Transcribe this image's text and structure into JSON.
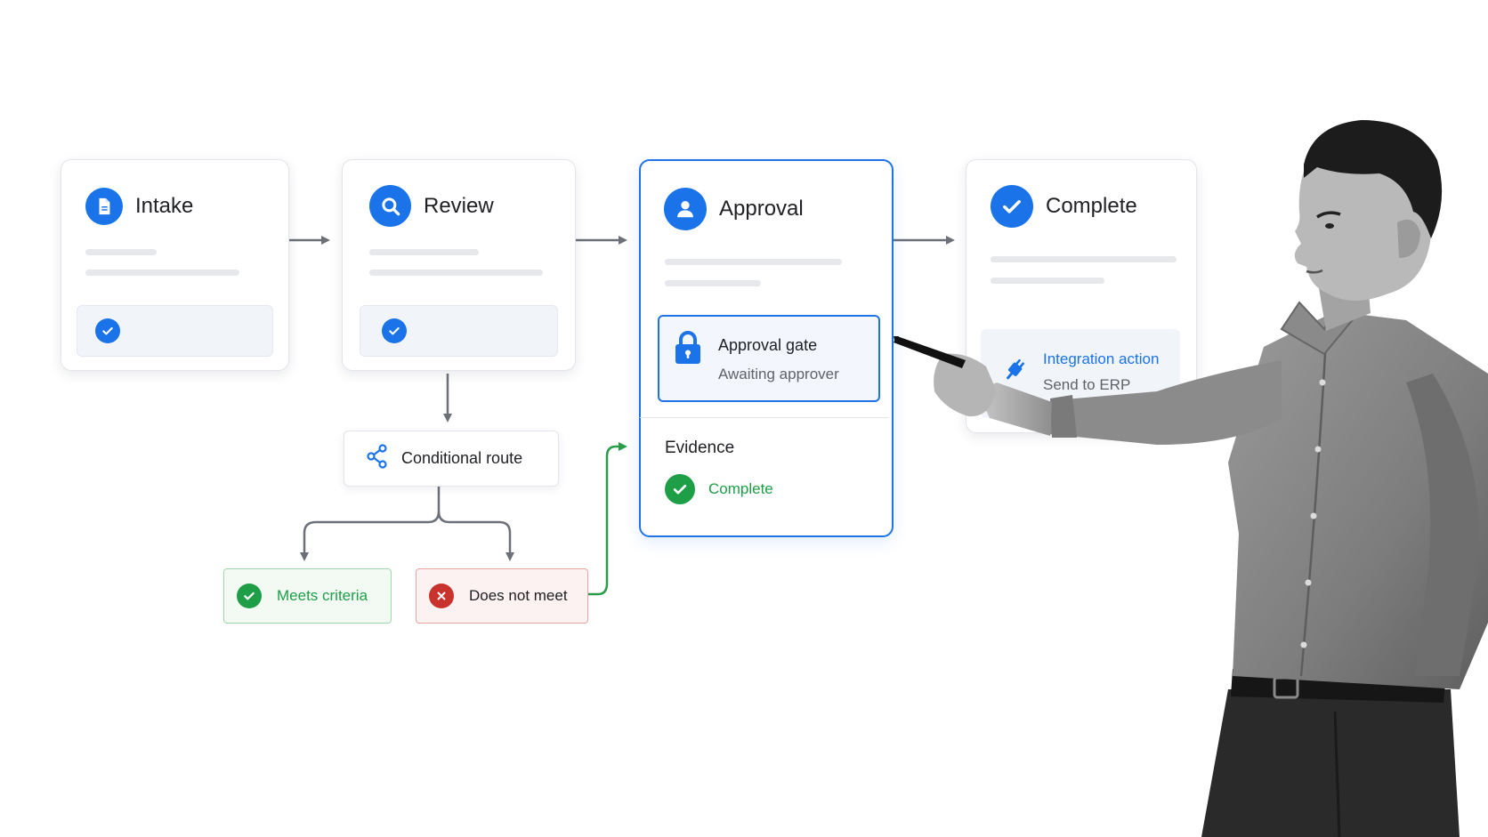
{
  "steps": {
    "intake": {
      "title": "Intake",
      "icon": "document-icon"
    },
    "review": {
      "title": "Review",
      "icon": "search-icon"
    },
    "approval": {
      "title": "Approval",
      "icon": "person-icon"
    },
    "complete": {
      "title": "Complete",
      "icon": "check-icon"
    }
  },
  "approval_gate": {
    "title": "Approval gate",
    "status": "Awaiting approver",
    "icon": "lock-icon"
  },
  "evidence": {
    "label": "Evidence",
    "status": "Complete"
  },
  "conditional_route": {
    "label": "Conditional route",
    "icon": "share-icon"
  },
  "outcomes": {
    "meets": {
      "label": "Meets criteria"
    },
    "not_meet": {
      "label": "Does not meet"
    }
  },
  "integration": {
    "title": "Integration action",
    "subtitle": "Send to ERP",
    "icon": "plug-icon"
  },
  "colors": {
    "accent": "#1a73e8",
    "success": "#1e9e47",
    "error": "#c8332e",
    "connector": "#6b7079"
  }
}
